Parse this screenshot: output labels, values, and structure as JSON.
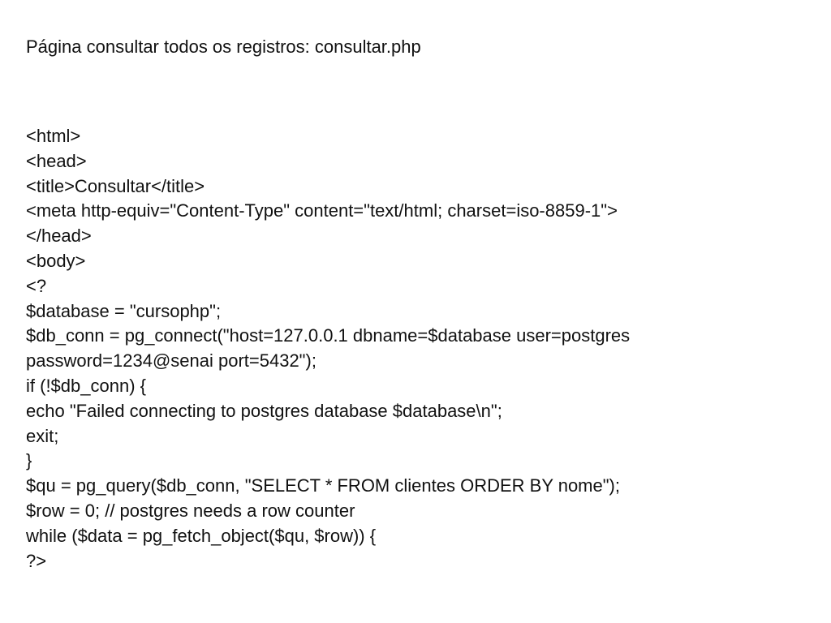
{
  "title": "Página consultar todos os registros: consultar.php",
  "code_lines": [
    "<html>",
    "<head>",
    "<title>Consultar</title>",
    "<meta http-equiv=\"Content-Type\" content=\"text/html; charset=iso-8859-1\">",
    "</head>",
    "<body>",
    "<?",
    "$database = \"cursophp\";",
    "$db_conn = pg_connect(\"host=127.0.0.1 dbname=$database user=postgres",
    "password=1234@senai port=5432\");",
    "if (!$db_conn) {",
    "echo \"Failed connecting to postgres database $database\\n\";",
    "exit;",
    "}",
    "$qu = pg_query($db_conn, \"SELECT * FROM clientes ORDER BY nome\");",
    "$row = 0; // postgres needs a row counter",
    "while ($data = pg_fetch_object($qu, $row)) {",
    "?>"
  ]
}
